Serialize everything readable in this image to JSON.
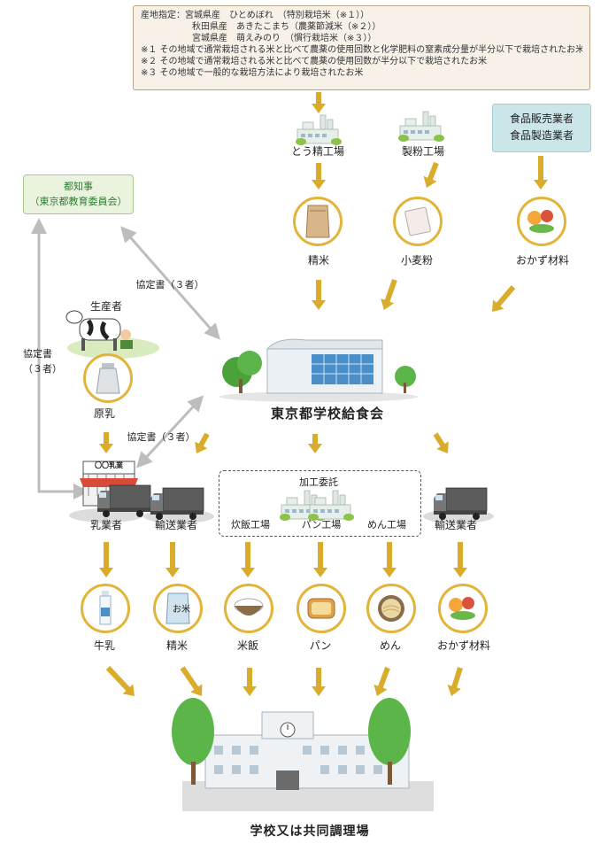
{
  "origin": {
    "label": "産地指定：",
    "rows": [
      "宮城県産　ひとめぼれ　（特別栽培米（※１））",
      "秋田県産　あきたこまち（農薬節減米（※２））",
      "宮城県産　萌えみのり　（慣行栽培米（※３））"
    ],
    "notes": [
      "※１ その地域で通常栽培される米と比べて農薬の使用回数と化学肥料の窒素成分量が半分以下で栽培されたお米",
      "※２ その地域で通常栽培される米と比べて農薬の使用回数が半分以下で栽培されたお米",
      "※３ その地域で一般的な栽培方法により栽培されたお米"
    ]
  },
  "governor": {
    "line1": "都知事",
    "line2": "（東京都教育委員会）"
  },
  "food_suppliers": {
    "line1": "食品販売業者",
    "line2": "食品製造業者"
  },
  "factories": {
    "rice_mill": "とう精工場",
    "flour_mill": "製粉工場"
  },
  "materials": {
    "polished_rice": "精米",
    "flour": "小麦粉",
    "side_dish": "おかず材料"
  },
  "agreements": {
    "top": "協定書（３者）",
    "left_line1": "協定書",
    "left_line2": "（３者）",
    "mid": "協定書（３者）"
  },
  "producer": {
    "label": "生産者",
    "raw_milk": "原乳"
  },
  "center": {
    "name": "東京都学校給食会"
  },
  "dairy": {
    "sign": "〇〇乳業",
    "label": "乳業者"
  },
  "transport": {
    "left": "輸送業者",
    "right": "輸送業者"
  },
  "processing": {
    "title": "加工委託",
    "rice_cooker": "炊飯工場",
    "bakery": "パン工場",
    "noodle": "めん工場"
  },
  "products": {
    "milk": "牛乳",
    "rice": "精米",
    "cooked_rice": "米飯",
    "bread": "パン",
    "noodles": "めん",
    "side_dish": "おかず材料",
    "rice_bag_text": "お米"
  },
  "destination": {
    "label": "学校又は共同調理場"
  },
  "colors": {
    "arrow": "#d9ac2b",
    "gray_arrow": "#bdbdbd",
    "circle_border": "#e2b43a"
  }
}
